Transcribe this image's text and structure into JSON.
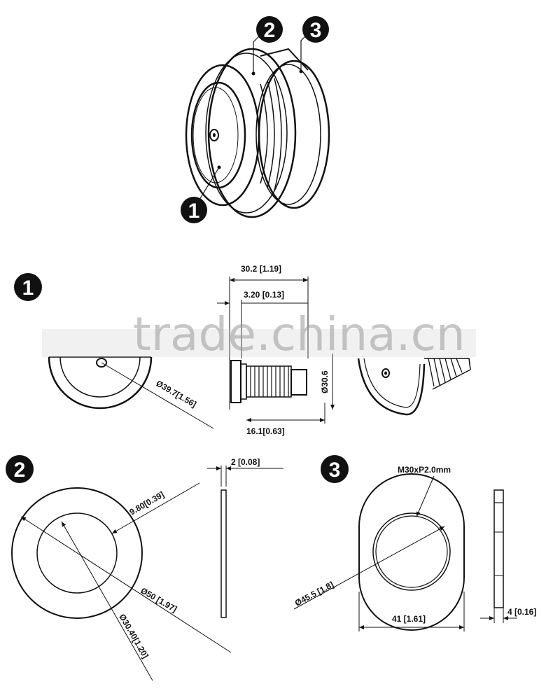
{
  "badges": {
    "one": "1",
    "two": "2",
    "three": "3"
  },
  "watermark": "trade.china.cn",
  "part1": {
    "dia": "Ø39.7[1.56]",
    "len_total": "30.2 [1.19]",
    "len_flange": "3.20 [0.13]",
    "thread_dia": "Ø30.6",
    "len_thread": "16.1[0.63]"
  },
  "part2": {
    "thickness": "2 [0.08]",
    "width": "9.80[0.39]",
    "outer_dia": "Ø50 [1.97]",
    "inner_dia": "Ø30.40[1.20]"
  },
  "part3": {
    "thread": "M30xP2.0mm",
    "dia": "Ø45.5 [1.8]",
    "width": "41 [1.61]",
    "thickness": "4 [0.16]"
  },
  "colors": {
    "ink": "#111111",
    "badge": "#111111",
    "watermark": "#9a9a9a"
  }
}
